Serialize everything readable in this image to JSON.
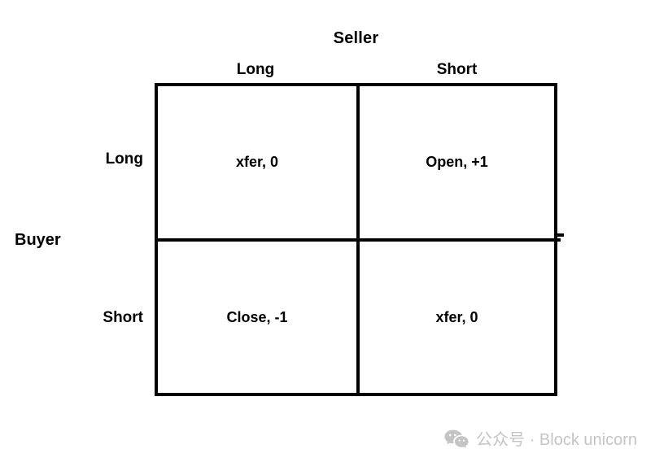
{
  "figure": {
    "column_axis_title": "Seller",
    "row_axis_title": "Buyer",
    "column_headers": [
      "Long",
      "Short"
    ],
    "row_headers": [
      "Long",
      "Short"
    ],
    "cells": [
      [
        "xfer, 0",
        "Open, +1"
      ],
      [
        "Close, -1",
        "xfer, 0"
      ]
    ],
    "colors": {
      "background": "#ffffff",
      "border": "#000000",
      "text": "#000000",
      "watermark": "#c4c4c4"
    }
  },
  "watermark": {
    "icon": "wechat-icon",
    "text": "公众号 · Block unicorn"
  }
}
